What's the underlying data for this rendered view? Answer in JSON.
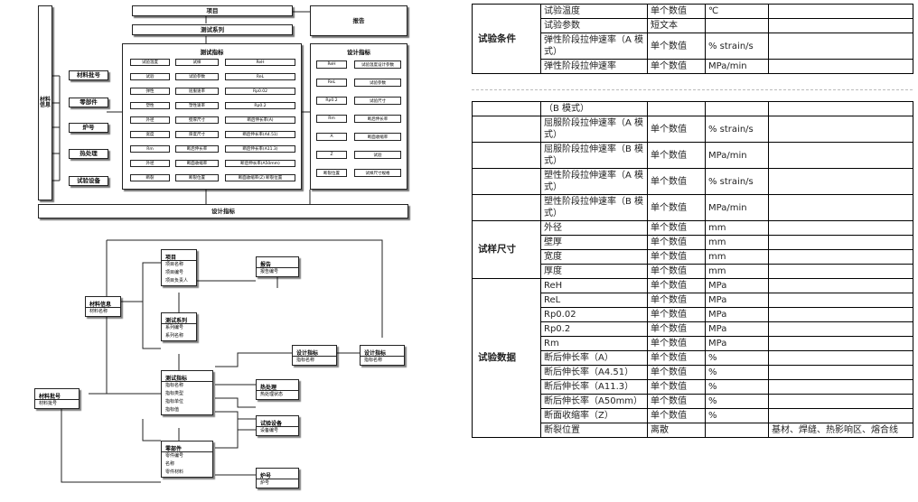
{
  "diagram1": {
    "top_center": "项目",
    "second_center": "测试系列",
    "report": "报告",
    "left_vertical": "材料 信息",
    "left_items": [
      "材料批号",
      "零部件",
      "炉号",
      "热处理",
      "试验设备"
    ],
    "center_panel_title": "测试指标",
    "right_panel_title": "设计指标",
    "bottom_bar": "设计指标",
    "center_cells": [
      [
        "试验温度",
        "试样",
        "ReH"
      ],
      [
        "试验",
        "试验参数",
        "ReL"
      ],
      [
        "弹性",
        "屈服速率",
        "Rp0.02"
      ],
      [
        "塑性",
        "塑性速率",
        "Rp0.2"
      ],
      [
        "外径",
        "壁厚尺寸",
        "断后伸长率(A)"
      ],
      [
        "宽度",
        "厚度尺寸",
        "断后伸长率(A4.51)"
      ],
      [
        "Rm",
        "断后伸长率",
        "断后伸长率(A11.3)"
      ],
      [
        "外径",
        "断面收缩率",
        "断后伸长率(A50mm)"
      ],
      [
        "断裂",
        "断裂位置",
        "断面收缩率(Z) 断裂位置"
      ]
    ],
    "right_cells": [
      [
        "ReH",
        "试验温度设计参数"
      ],
      [
        "ReL",
        "试验参数"
      ],
      [
        "Rp0.2",
        "试验尺寸"
      ],
      [
        "Rm",
        "断后伸长率"
      ],
      [
        "A",
        "断面收缩率"
      ],
      [
        "Z",
        "试验"
      ],
      [
        "断裂位置",
        "试样尺寸规格"
      ]
    ]
  },
  "diagram2": {
    "entities": [
      {
        "title": "项目",
        "fields": [
          "项目名称",
          "项目编号",
          "项目负责人"
        ]
      },
      {
        "title": "报告",
        "fields": [
          "报告编号"
        ]
      },
      {
        "title": "材料信息",
        "fields": [
          "材料名称"
        ]
      },
      {
        "title": "测试系列",
        "fields": [
          "系列编号",
          "系列名称"
        ]
      },
      {
        "title": "测试指标",
        "fields": [
          "指标名称",
          "指标类型",
          "指标单位",
          "指标值"
        ]
      },
      {
        "title": "设计指标",
        "fields": [
          "指标名称"
        ]
      },
      {
        "title": "设计指标",
        "fields": [
          "指标名称"
        ]
      },
      {
        "title": "材料批号",
        "fields": [
          "材料批号"
        ]
      },
      {
        "title": "热处理",
        "fields": [
          "热处理状态"
        ]
      },
      {
        "title": "试验设备",
        "fields": [
          "设备编号"
        ]
      },
      {
        "title": "零部件",
        "fields": [
          "零件编号",
          "名称",
          "零件材料"
        ]
      },
      {
        "title": "炉号",
        "fields": [
          "炉号"
        ]
      }
    ]
  },
  "table": {
    "groups": {
      "conditions": "试验条件",
      "size": "试样尺寸",
      "data": "试验数据"
    },
    "rows_top": [
      [
        "试验温度",
        "单个数值",
        "℃",
        ""
      ],
      [
        "试验参数",
        "短文本",
        "",
        ""
      ],
      [
        "弹性阶段拉伸速率（A 模式）",
        "单个数值",
        "% strain/s",
        ""
      ],
      [
        "弹性阶段拉伸速率",
        "单个数值",
        "MPa/min",
        ""
      ]
    ],
    "rows_bottom_cond": [
      [
        "（B 模式）",
        "",
        "",
        ""
      ],
      [
        "屈服阶段拉伸速率（A 模式）",
        "单个数值",
        "% strain/s",
        ""
      ],
      [
        "屈服阶段拉伸速率（B 模式）",
        "单个数值",
        "MPa/min",
        ""
      ],
      [
        "塑性阶段拉伸速率（A 模式）",
        "单个数值",
        "% strain/s",
        ""
      ],
      [
        "塑性阶段拉伸速率（B 模式）",
        "单个数值",
        "MPa/min",
        ""
      ]
    ],
    "rows_size": [
      [
        "外径",
        "单个数值",
        "mm",
        ""
      ],
      [
        "壁厚",
        "单个数值",
        "mm",
        ""
      ],
      [
        "宽度",
        "单个数值",
        "mm",
        ""
      ],
      [
        "厚度",
        "单个数值",
        "mm",
        ""
      ]
    ],
    "rows_data": [
      [
        "ReH",
        "单个数值",
        "MPa",
        ""
      ],
      [
        "ReL",
        "单个数值",
        "MPa",
        ""
      ],
      [
        "Rp0.02",
        "单个数值",
        "MPa",
        ""
      ],
      [
        "Rp0.2",
        "单个数值",
        "MPa",
        ""
      ],
      [
        "Rm",
        "单个数值",
        "MPa",
        ""
      ],
      [
        "断后伸长率（A）",
        "单个数值",
        "%",
        ""
      ],
      [
        "断后伸长率（A4.51）",
        "单个数值",
        "%",
        ""
      ],
      [
        "断后伸长率（A11.3）",
        "单个数值",
        "%",
        ""
      ],
      [
        "断后伸长率（A50mm）",
        "单个数值",
        "%",
        ""
      ],
      [
        "断面收缩率（Z）",
        "单个数值",
        "%",
        ""
      ],
      [
        "断裂位置",
        "离散",
        "",
        "基材、焊缝、热影响区、熔合线"
      ]
    ]
  }
}
